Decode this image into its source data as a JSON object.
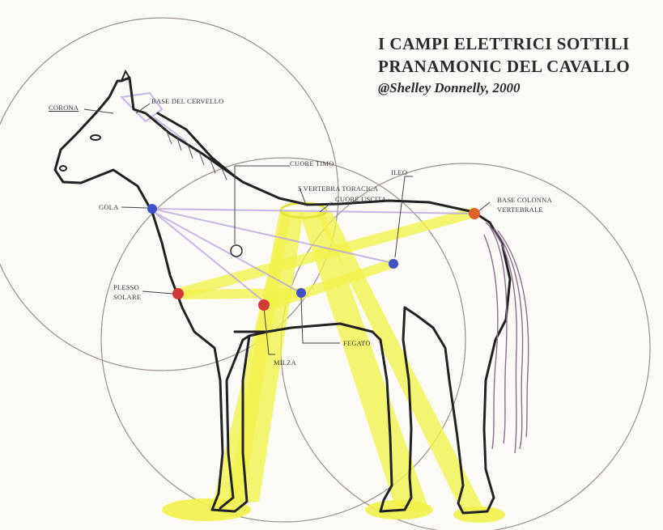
{
  "title": {
    "line1": "I CAMPI ELETTRICI SOTTILI",
    "line2": "PRANAMONIC DEL CAVALLO",
    "credit": "@Shelley Donnelly, 2000"
  },
  "labels": {
    "corona": "CORONA",
    "base_cervello": "BASE DEL CERVELLO",
    "cuore_timo": "CUORE TIMO",
    "vertebra_toracica": "5 VERTEBRA TORACICA",
    "cuore_uscita": "CUORE USCITA",
    "ileo": "ILEO",
    "base_colonna_1": "BASE COLONNA",
    "base_colonna_2": "VERTEBRALE",
    "gola": "GOLA",
    "plesso_1": "PLESSO",
    "plesso_2": "SOLARE",
    "milza": "MILZA",
    "fegato": "FEGATO"
  },
  "colors": {
    "beam": "#f1f24a",
    "ring": "#9a9088",
    "red_point": "#d23a3a",
    "blue_point": "#4050c8",
    "base_point": "#e0602a",
    "aura": "#b9a6dc"
  }
}
